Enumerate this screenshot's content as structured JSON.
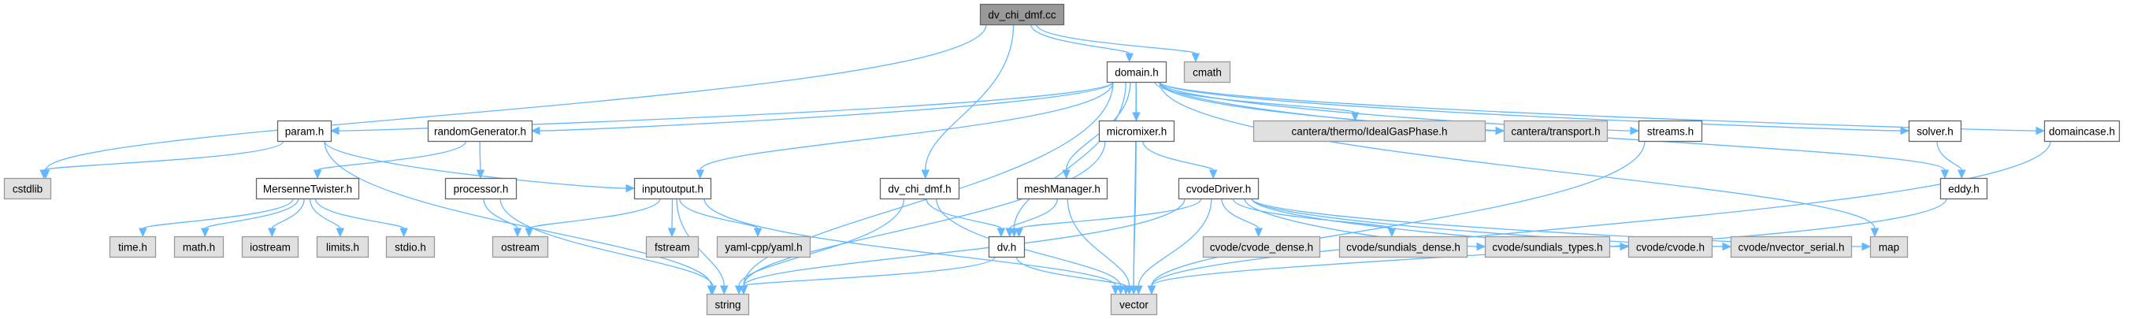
{
  "title": "dv_chi_dmf.cc include dependency graph",
  "colors": {
    "root_fill": "#999999",
    "root_stroke": "#666666",
    "local_fill": "#ffffff",
    "local_stroke": "#666666",
    "system_fill": "#e0e0e0",
    "system_stroke": "#999999",
    "edge": "#63b8ff"
  },
  "nodes": [
    {
      "id": "root",
      "label": "dv_chi_dmf.cc",
      "kind": "root"
    },
    {
      "id": "domain",
      "label": "domain.h",
      "kind": "local"
    },
    {
      "id": "cmath",
      "label": "cmath",
      "kind": "system"
    },
    {
      "id": "param",
      "label": "param.h",
      "kind": "local"
    },
    {
      "id": "randomGenerator",
      "label": "randomGenerator.h",
      "kind": "local"
    },
    {
      "id": "micromixer",
      "label": "micromixer.h",
      "kind": "local"
    },
    {
      "id": "idealgas",
      "label": "cantera/thermo/IdealGasPhase.h",
      "kind": "system"
    },
    {
      "id": "transport",
      "label": "cantera/transport.h",
      "kind": "system"
    },
    {
      "id": "streams",
      "label": "streams.h",
      "kind": "local"
    },
    {
      "id": "solver",
      "label": "solver.h",
      "kind": "local"
    },
    {
      "id": "domaincase",
      "label": "domaincase.h",
      "kind": "local"
    },
    {
      "id": "cstdlib",
      "label": "cstdlib",
      "kind": "system"
    },
    {
      "id": "mersenne",
      "label": "MersenneTwister.h",
      "kind": "local"
    },
    {
      "id": "processor",
      "label": "processor.h",
      "kind": "local"
    },
    {
      "id": "inputoutput",
      "label": "inputoutput.h",
      "kind": "local"
    },
    {
      "id": "dvchidmfh",
      "label": "dv_chi_dmf.h",
      "kind": "local"
    },
    {
      "id": "meshManager",
      "label": "meshManager.h",
      "kind": "local"
    },
    {
      "id": "cvodeDriver",
      "label": "cvodeDriver.h",
      "kind": "local"
    },
    {
      "id": "eddy",
      "label": "eddy.h",
      "kind": "local"
    },
    {
      "id": "timeh",
      "label": "time.h",
      "kind": "system"
    },
    {
      "id": "mathh",
      "label": "math.h",
      "kind": "system"
    },
    {
      "id": "iostream",
      "label": "iostream",
      "kind": "system"
    },
    {
      "id": "limitsh",
      "label": "limits.h",
      "kind": "system"
    },
    {
      "id": "stdioh",
      "label": "stdio.h",
      "kind": "system"
    },
    {
      "id": "ostream",
      "label": "ostream",
      "kind": "system"
    },
    {
      "id": "fstream",
      "label": "fstream",
      "kind": "system"
    },
    {
      "id": "yaml",
      "label": "yaml-cpp/yaml.h",
      "kind": "system"
    },
    {
      "id": "dvh",
      "label": "dv.h",
      "kind": "local"
    },
    {
      "id": "cvodedense",
      "label": "cvode/cvode_dense.h",
      "kind": "system"
    },
    {
      "id": "sundialsdense",
      "label": "cvode/sundials_dense.h",
      "kind": "system"
    },
    {
      "id": "sundialstypes",
      "label": "cvode/sundials_types.h",
      "kind": "system"
    },
    {
      "id": "cvodeh",
      "label": "cvode/cvode.h",
      "kind": "system"
    },
    {
      "id": "nvector",
      "label": "cvode/nvector_serial.h",
      "kind": "system"
    },
    {
      "id": "map",
      "label": "map",
      "kind": "system"
    },
    {
      "id": "string",
      "label": "string",
      "kind": "system"
    },
    {
      "id": "vector",
      "label": "vector",
      "kind": "system"
    }
  ],
  "edges": [
    [
      "root",
      "domain"
    ],
    [
      "root",
      "cmath"
    ],
    [
      "root",
      "cstdlib"
    ],
    [
      "root",
      "dvchidmfh"
    ],
    [
      "domain",
      "param"
    ],
    [
      "domain",
      "randomGenerator"
    ],
    [
      "domain",
      "micromixer"
    ],
    [
      "domain",
      "idealgas"
    ],
    [
      "domain",
      "transport"
    ],
    [
      "domain",
      "streams"
    ],
    [
      "domain",
      "solver"
    ],
    [
      "domain",
      "domaincase"
    ],
    [
      "domain",
      "inputoutput"
    ],
    [
      "domain",
      "meshManager"
    ],
    [
      "domain",
      "dvh"
    ],
    [
      "domain",
      "eddy"
    ],
    [
      "domain",
      "map"
    ],
    [
      "domain",
      "string"
    ],
    [
      "domain",
      "vector"
    ],
    [
      "param",
      "cstdlib"
    ],
    [
      "param",
      "inputoutput"
    ],
    [
      "param",
      "string"
    ],
    [
      "randomGenerator",
      "mersenne"
    ],
    [
      "randomGenerator",
      "processor"
    ],
    [
      "mersenne",
      "timeh"
    ],
    [
      "mersenne",
      "mathh"
    ],
    [
      "mersenne",
      "iostream"
    ],
    [
      "mersenne",
      "limitsh"
    ],
    [
      "mersenne",
      "stdioh"
    ],
    [
      "processor",
      "ostream"
    ],
    [
      "processor",
      "string"
    ],
    [
      "inputoutput",
      "ostream"
    ],
    [
      "inputoutput",
      "fstream"
    ],
    [
      "inputoutput",
      "yaml"
    ],
    [
      "inputoutput",
      "string"
    ],
    [
      "inputoutput",
      "vector"
    ],
    [
      "dvchidmfh",
      "dvh"
    ],
    [
      "dvchidmfh",
      "string"
    ],
    [
      "dvchidmfh",
      "vector"
    ],
    [
      "meshManager",
      "dvh"
    ],
    [
      "meshManager",
      "vector"
    ],
    [
      "micromixer",
      "cvodeDriver"
    ],
    [
      "micromixer",
      "string"
    ],
    [
      "micromixer",
      "vector"
    ],
    [
      "cvodeDriver",
      "dvh"
    ],
    [
      "cvodeDriver",
      "cvodedense"
    ],
    [
      "cvodeDriver",
      "sundialsdense"
    ],
    [
      "cvodeDriver",
      "sundialstypes"
    ],
    [
      "cvodeDriver",
      "cvodeh"
    ],
    [
      "cvodeDriver",
      "nvector"
    ],
    [
      "cvodeDriver",
      "map"
    ],
    [
      "cvodeDriver",
      "string"
    ],
    [
      "cvodeDriver",
      "vector"
    ],
    [
      "dvh",
      "string"
    ],
    [
      "dvh",
      "vector"
    ],
    [
      "streams",
      "vector"
    ],
    [
      "solver",
      "eddy"
    ],
    [
      "eddy",
      "vector"
    ],
    [
      "domaincase",
      "vector"
    ]
  ]
}
